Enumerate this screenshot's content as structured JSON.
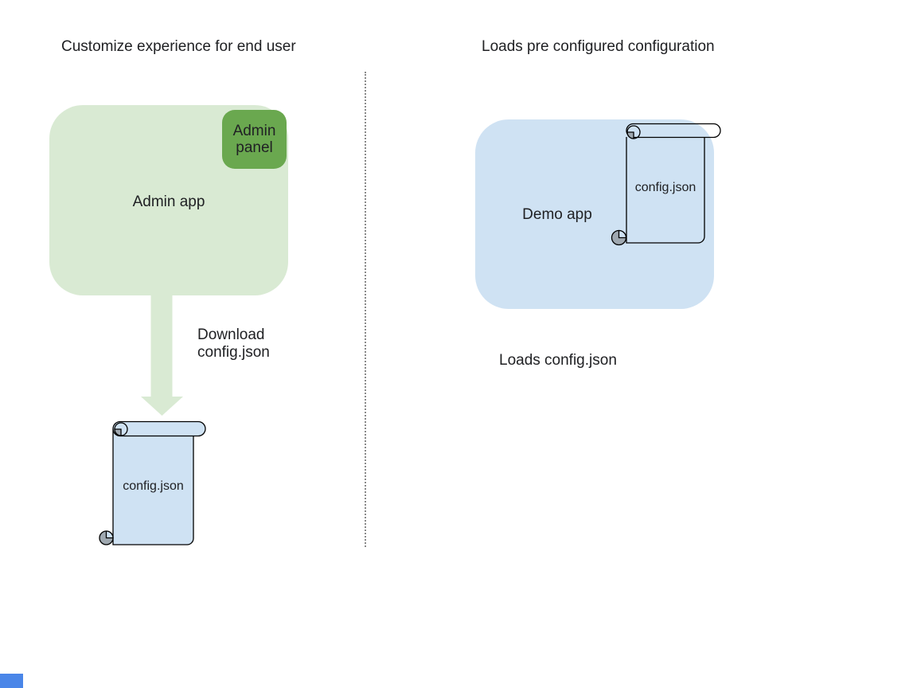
{
  "left": {
    "title": "Customize experience for end user",
    "admin_app_label": "Admin app",
    "admin_panel_label": "Admin panel",
    "arrow_caption": "Download\nconfig.json",
    "scroll_label": "config.json"
  },
  "right": {
    "title": "Loads pre configured configuration",
    "demo_app_label": "Demo app",
    "scroll_label": "config.json",
    "caption": "Loads config.json"
  },
  "colors": {
    "light_green": "#d9ead3",
    "green": "#6aa84f",
    "light_blue": "#cfe2f3",
    "outline": "#000000",
    "curl_gray": "#9fa8b0",
    "divider": "#8a8a8a",
    "text": "#202124",
    "corner_blue": "#4a86e8",
    "arrow_green": "#d9ead3"
  }
}
